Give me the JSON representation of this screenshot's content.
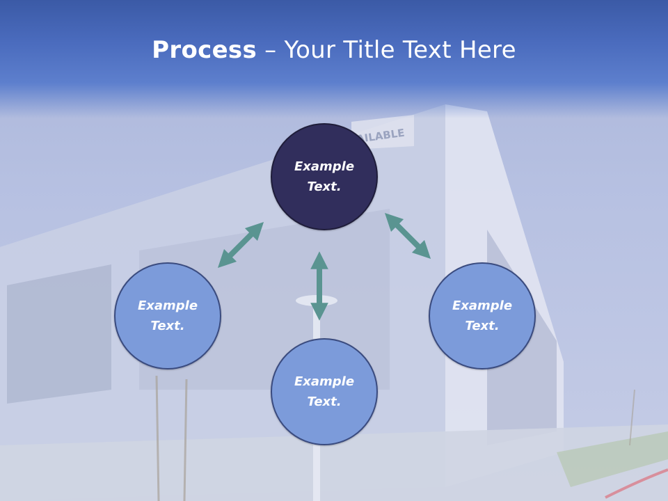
{
  "title": {
    "bold": "Process",
    "rest": " – Your Title Text Here"
  },
  "background": {
    "sign_text": "AILABLE"
  },
  "nodes": {
    "top": {
      "line1": "Example",
      "line2": "Text."
    },
    "left": {
      "line1": "Example",
      "line2": "Text."
    },
    "right": {
      "line1": "Example",
      "line2": "Text."
    },
    "bottom": {
      "line1": "Example",
      "line2": "Text."
    }
  },
  "colors": {
    "center_circle": "#312e5c",
    "outer_circle": "#7c9bda",
    "arrow": "#5a9491",
    "header": "#4a6bbd"
  }
}
